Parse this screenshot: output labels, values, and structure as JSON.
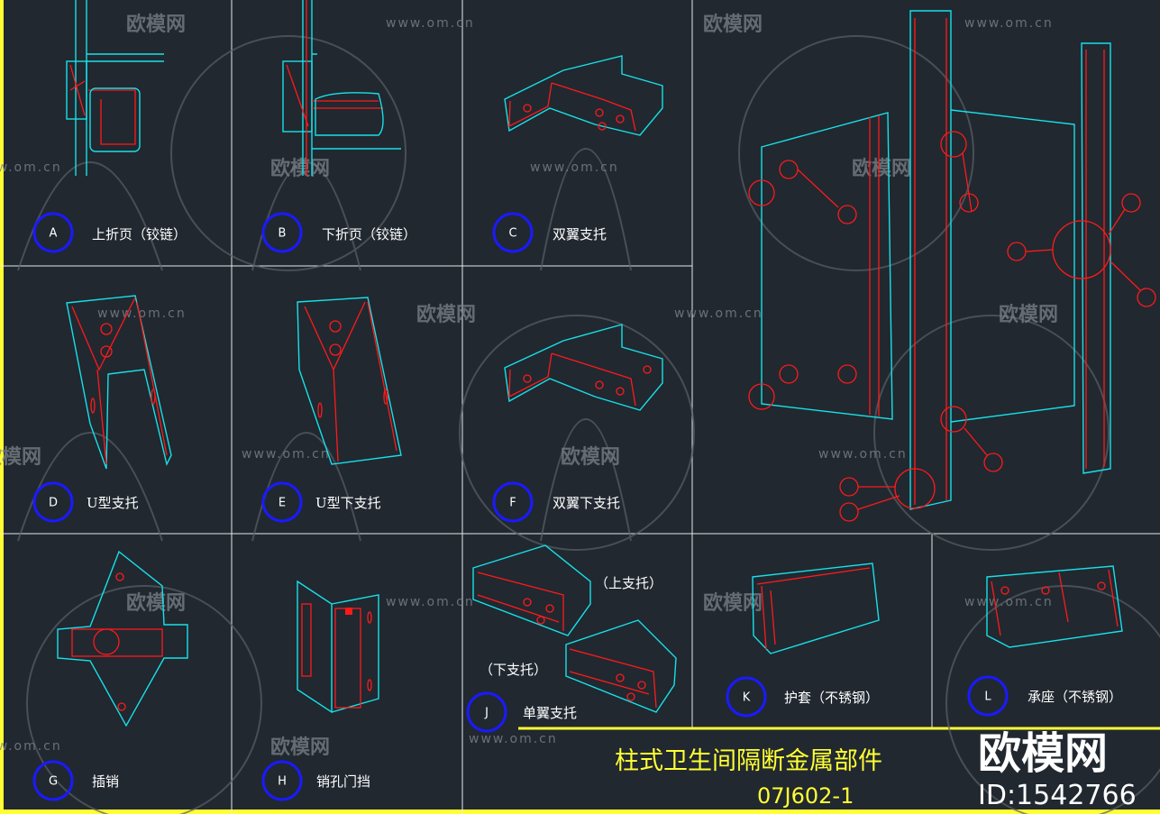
{
  "drawing": {
    "title": "柱式卫生间隔断金属部件",
    "code": "07J602-1",
    "colors": {
      "background": "#212830",
      "outline": "#18e0e8",
      "detail": "#ff1a1a",
      "marker": "#1a1aff",
      "frame": "#ffff33"
    },
    "parts": [
      {
        "letter": "A",
        "label": "上折页（铰链）"
      },
      {
        "letter": "B",
        "label": "下折页（铰链）"
      },
      {
        "letter": "C",
        "label": "双翼支托"
      },
      {
        "letter": "D",
        "label": "U型支托"
      },
      {
        "letter": "E",
        "label": "U型下支托"
      },
      {
        "letter": "F",
        "label": "双翼下支托"
      },
      {
        "letter": "G",
        "label": "插销"
      },
      {
        "letter": "H",
        "label": "销孔门挡"
      },
      {
        "letter": "J",
        "label": "单翼支托"
      },
      {
        "letter": "K",
        "label": "护套（不锈钢）"
      },
      {
        "letter": "L",
        "label": "承座（不锈钢）"
      }
    ],
    "sub_labels": {
      "upper": "（上支托）",
      "lower": "（下支托）"
    }
  },
  "watermark": {
    "brand": "欧模网",
    "url": "www.om.cn",
    "id": "ID:1542766"
  }
}
